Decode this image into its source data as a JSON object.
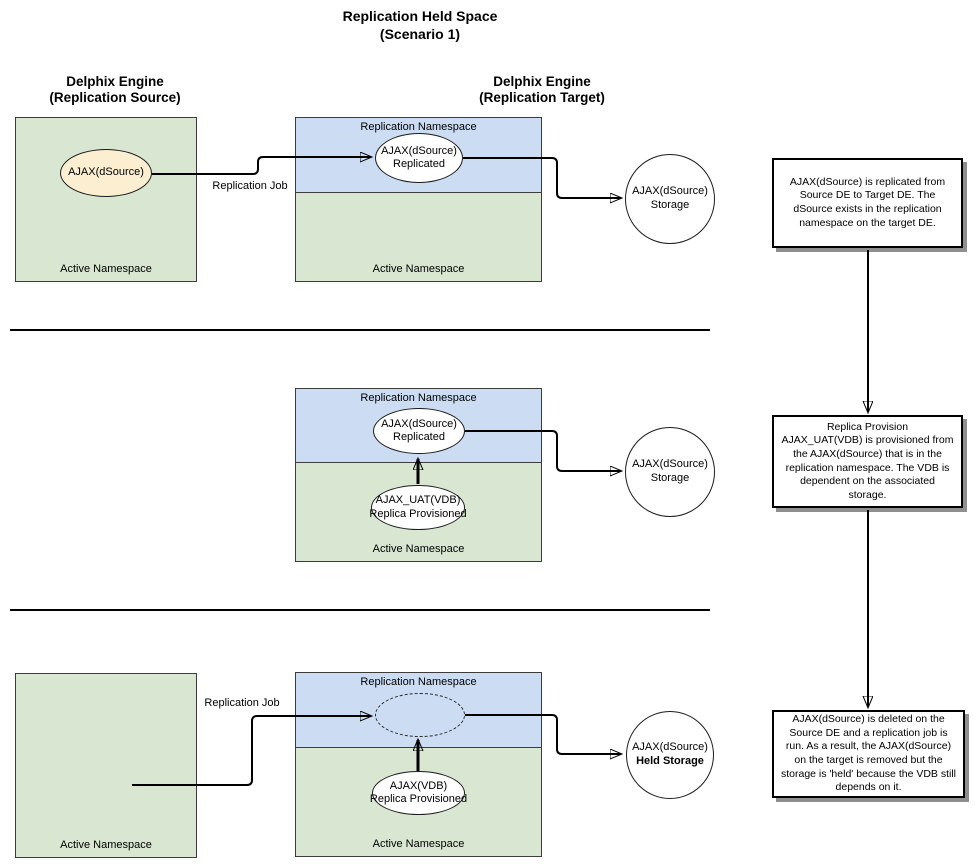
{
  "title": "Replication Held Space\n(Scenario 1)",
  "headers": {
    "source": "Delphix Engine\n(Replication Source)",
    "target": "Delphix Engine\n(Replication Target)"
  },
  "labels": {
    "active_namespace": "Active Namespace",
    "replication_namespace": "Replication Namespace",
    "replication_job": "Replication Job"
  },
  "row1": {
    "source_node": "AJAX(dSource)",
    "replicated_node": {
      "line1": "AJAX(dSource)",
      "line2": "Replicated"
    },
    "storage_node": {
      "line1": "AJAX(dSource)",
      "line2": "Storage"
    },
    "note": "AJAX(dSource) is replicated from Source DE to Target DE.  The dSource exists in the replication namespace on the target DE."
  },
  "row2": {
    "replicated_node": {
      "line1": "AJAX(dSource)",
      "line2": "Replicated"
    },
    "vdb_node": {
      "line1": "AJAX_UAT(VDB)",
      "line2": "Replica Provisioned"
    },
    "storage_node": {
      "line1": "AJAX(dSource)",
      "line2": "Storage"
    },
    "note": "Replica Provision\nAJAX_UAT(VDB) is provisioned from the AJAX(dSource) that is in the replication namespace.  The VDB is dependent on the associated storage."
  },
  "row3": {
    "vdb_node": {
      "line1": "AJAX(VDB)",
      "line2": "Replica Provisioned"
    },
    "storage_node": {
      "line1": "AJAX(dSource)",
      "line2": "Held Storage"
    },
    "note": "AJAX(dSource) is deleted on the Source DE and a replication job is run. As a result, the AJAX(dSource) on the target is removed but the storage is 'held' because the VDB still depends on it."
  },
  "colors": {
    "green": "#d9e7d2",
    "blue": "#cbdcf3",
    "cream": "#fceed1",
    "stroke": "#000000",
    "shadow": "#8f8f8f"
  }
}
